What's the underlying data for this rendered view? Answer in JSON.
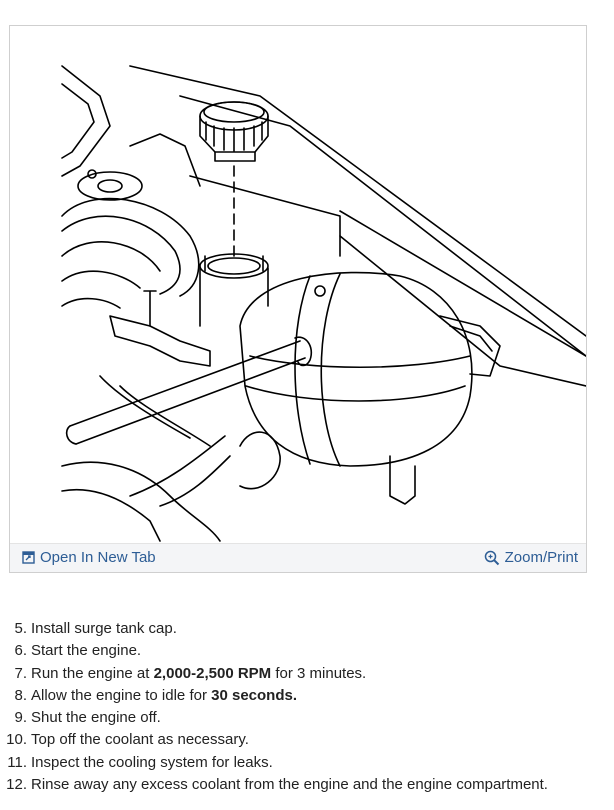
{
  "figure": {
    "open_label": "Open In New Tab",
    "zoom_label": "Zoom/Print",
    "icons": {
      "open": "open-in-new-tab-icon",
      "zoom": "zoom-magnifier-icon"
    },
    "link_color": "#2d5d95"
  },
  "steps": [
    {
      "num": "5.",
      "before": "Install surge tank cap.",
      "bold": "",
      "after": ""
    },
    {
      "num": "6.",
      "before": "Start the engine.",
      "bold": "",
      "after": ""
    },
    {
      "num": "7.",
      "before": "Run the engine at ",
      "bold": "2,000-2,500 RPM",
      "after": " for 3 minutes."
    },
    {
      "num": "8.",
      "before": "Allow the engine to idle for ",
      "bold": "30 seconds.",
      "after": ""
    },
    {
      "num": "9.",
      "before": "Shut the engine off.",
      "bold": "",
      "after": ""
    },
    {
      "num": "10.",
      "before": "Top off the coolant as necessary.",
      "bold": "",
      "after": ""
    },
    {
      "num": "11.",
      "before": "Inspect the cooling system for leaks.",
      "bold": "",
      "after": ""
    },
    {
      "num": "12.",
      "before": "Rinse away any excess coolant from the engine and the engine compartment.",
      "bold": "",
      "after": ""
    }
  ]
}
